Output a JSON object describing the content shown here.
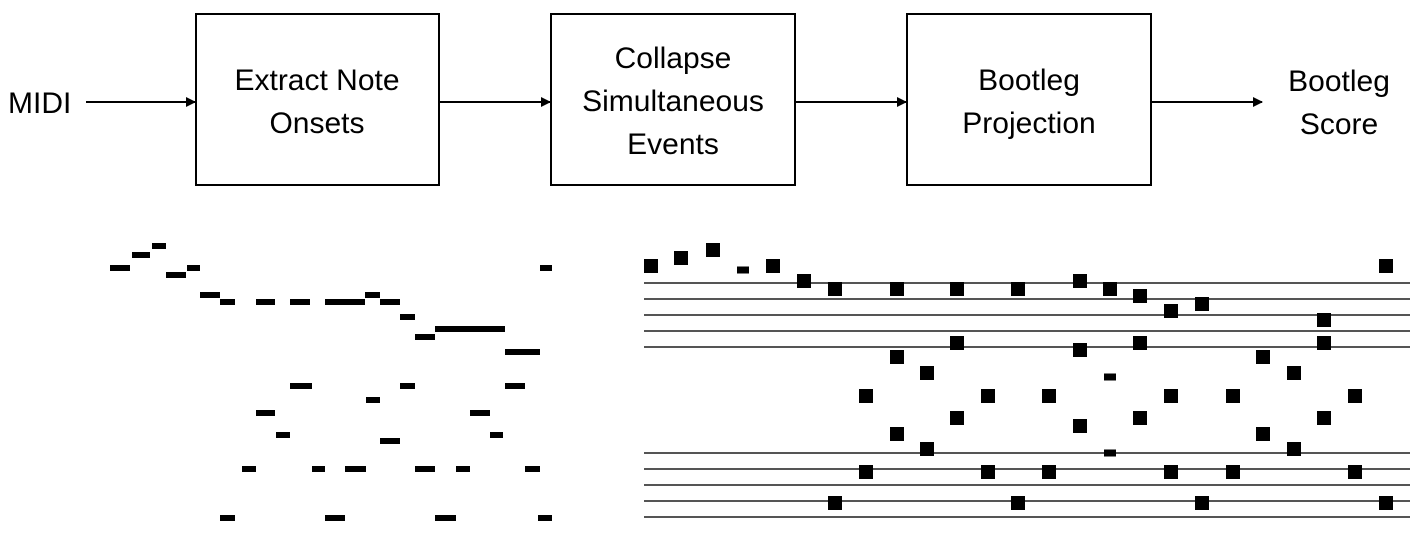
{
  "pipeline": {
    "input": "MIDI",
    "steps": [
      {
        "lines": [
          "Extract Note",
          "Onsets"
        ]
      },
      {
        "lines": [
          "Collapse",
          "Simultaneous",
          "Events"
        ]
      },
      {
        "lines": [
          "Bootleg",
          "Projection"
        ]
      }
    ],
    "output": [
      "Bootleg",
      "Score"
    ]
  }
}
